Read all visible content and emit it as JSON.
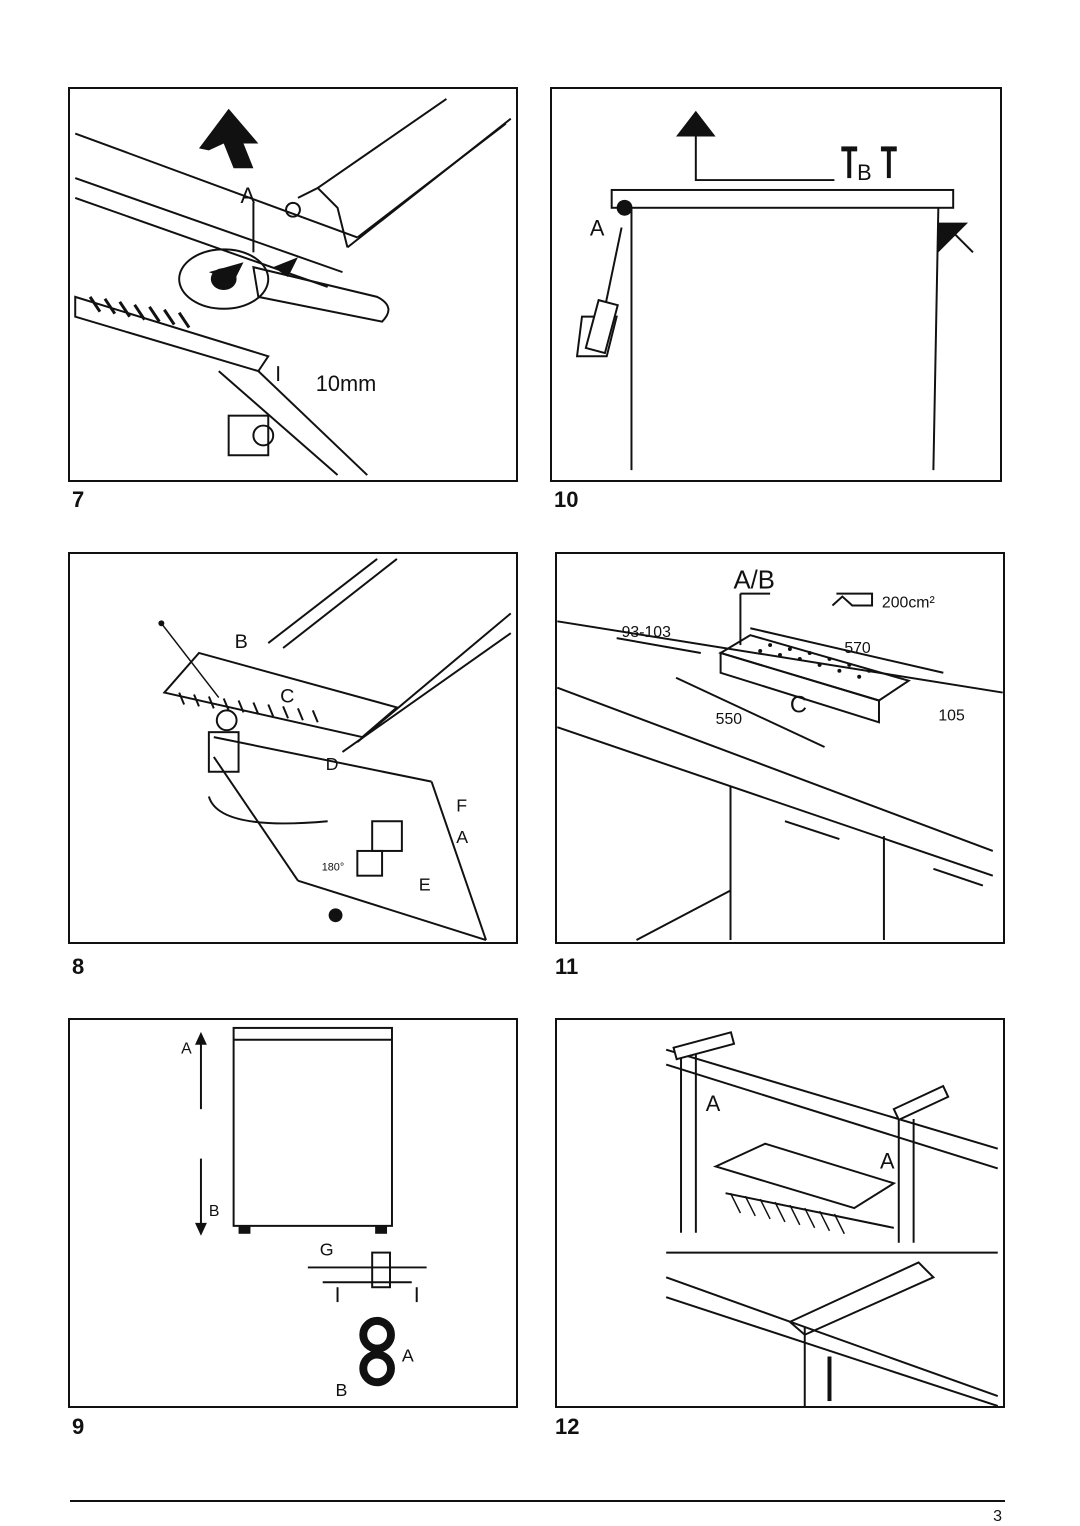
{
  "figures": [
    {
      "number": "7",
      "labels": {
        "a": "A",
        "wrench": "10mm"
      }
    },
    {
      "number": "10",
      "labels": {
        "a": "A",
        "b": "B"
      }
    },
    {
      "number": "8",
      "labels": {
        "a": "A",
        "b": "B",
        "c": "C",
        "d": "D",
        "e": "E",
        "f": "F",
        "angle": "180°"
      }
    },
    {
      "number": "11",
      "labels": {
        "ab": "A/B",
        "area": "200cm²",
        "d1": "93-103",
        "d2": "570",
        "d3": "550",
        "d4": "105",
        "c": "C"
      }
    },
    {
      "number": "9",
      "labels": {
        "a": "A",
        "b": "B",
        "g": "G",
        "a2": "A",
        "b2": "B"
      }
    },
    {
      "number": "12",
      "labels": {
        "a1": "A",
        "a2": "A"
      }
    }
  ],
  "page_number": "3"
}
